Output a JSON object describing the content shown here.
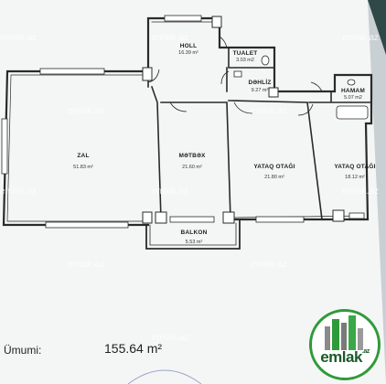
{
  "rooms": {
    "holl": {
      "name": "HOLL",
      "area": "16.39 m²"
    },
    "tualet": {
      "name": "TUALET",
      "area": "3.03 m2"
    },
    "dehliz": {
      "name": "DƏHLİZ",
      "area": "9.27 m²"
    },
    "hamam": {
      "name": "HAMAM",
      "area": "5.07 m2"
    },
    "zal": {
      "name": "ZAL",
      "area": "51.83 m²"
    },
    "metbex": {
      "name": "MƏTBƏX",
      "area": "21.60 m²"
    },
    "yataq1": {
      "name": "YATAQ OTAĞI",
      "area": "21.80 m²"
    },
    "yataq2": {
      "name": "YATAQ OTAĞI",
      "area": "18.12 m²"
    },
    "balkon": {
      "name": "BALKON",
      "area": "5.53 m²"
    }
  },
  "watermark": "emlak.az",
  "total": {
    "label": "Ümumi:",
    "value": "155.64 m²"
  },
  "logo": {
    "text": "emlak",
    "suffix": ".az",
    "color": "#2f9a3a"
  }
}
